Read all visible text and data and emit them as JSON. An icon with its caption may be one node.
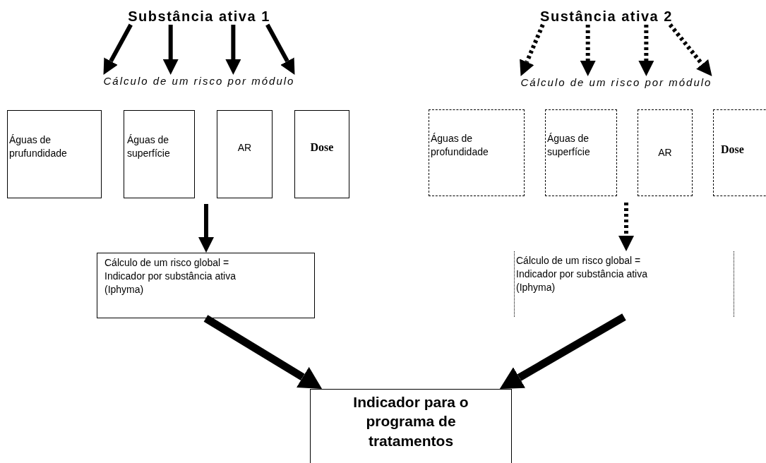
{
  "diagram": {
    "nodes": [
      {
        "text": [
          "Substância ativa 1"
        ]
      },
      {
        "text": [
          "Cálculo de um risco por módulo"
        ]
      },
      {
        "text": [
          "Águas de prufundidade"
        ]
      },
      {
        "text": [
          "Águas de superfície"
        ]
      },
      {
        "text": [
          "AR"
        ]
      },
      {
        "text": [
          "Dose"
        ]
      },
      {
        "text": [
          "Cálculo de um risco global = Indicador por substância ativa (Iphyma)"
        ]
      },
      {
        "text": [
          "Sustância ativa 2"
        ]
      },
      {
        "text": [
          "Cálculo de um risco por módulo"
        ]
      },
      {
        "text": [
          "Águas de profundidade"
        ]
      },
      {
        "text": [
          "Águas de superfície"
        ]
      },
      {
        "text": [
          "AR"
        ]
      },
      {
        "text": [
          "Dose"
        ]
      },
      {
        "text": [
          "Cálculo de um risco global = Indicador por substância ativa (Iphyma)"
        ]
      },
      {
        "text": [
          "Indicador para o programa de tratamentos"
        ]
      }
    ],
    "edges": [
      {
        "from": 0,
        "to": 1,
        "arrow": "to"
      },
      {
        "from": 0,
        "to": 1,
        "arrow": "to"
      },
      {
        "from": 0,
        "to": 1,
        "arrow": "to"
      },
      {
        "from": 0,
        "to": 1,
        "arrow": "to"
      },
      {
        "from": 7,
        "to": 8,
        "arrow": "to",
        "style": "dashed"
      },
      {
        "from": 7,
        "to": 8,
        "arrow": "to",
        "style": "dashed"
      },
      {
        "from": 7,
        "to": 8,
        "arrow": "to",
        "style": "dashed"
      },
      {
        "from": 7,
        "to": 8,
        "arrow": "to",
        "style": "dashed"
      },
      {
        "from": null,
        "to": 6,
        "arrow": "to"
      },
      {
        "from": null,
        "to": 13,
        "arrow": "to",
        "style": "dashed"
      },
      {
        "from": 6,
        "to": 14,
        "arrow": "to",
        "style": "thick"
      },
      {
        "from": 13,
        "to": 14,
        "arrow": "to",
        "style": "thick"
      }
    ]
  }
}
